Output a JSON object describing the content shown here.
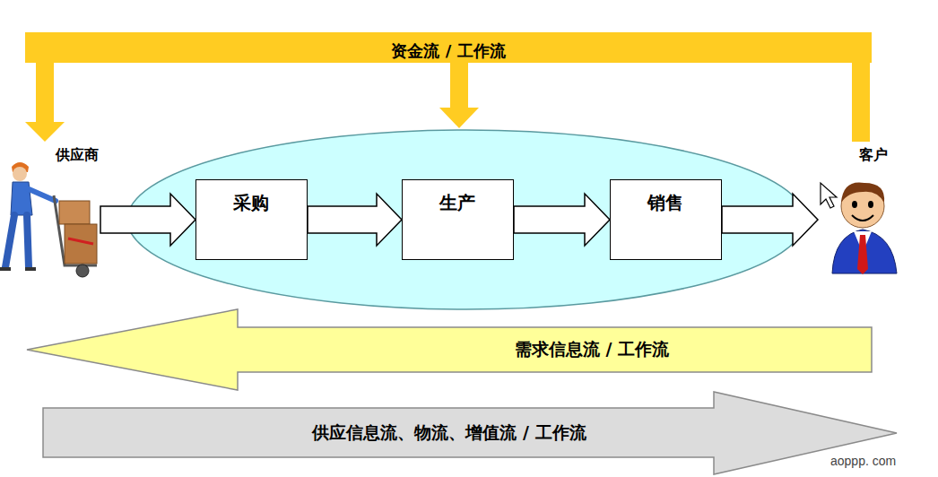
{
  "diagram": {
    "nodes": [
      {
        "text": [
          "资金流 / 工作流"
        ]
      },
      {
        "text": [
          "供应商"
        ]
      },
      {
        "text": [
          "采购"
        ]
      },
      {
        "text": [
          "生产"
        ]
      },
      {
        "text": [
          "销售"
        ]
      },
      {
        "text": [
          "客户"
        ]
      },
      {
        "text": [
          "需求信息流 / 工作流"
        ]
      },
      {
        "text": [
          "供应信息流、物流、增值流 / 工作流"
        ]
      }
    ],
    "edges": [
      {
        "from": 0,
        "to": 1,
        "arrow": "to"
      },
      {
        "from": 1,
        "to": 2,
        "arrow": "to"
      },
      {
        "from": 2,
        "to": 3,
        "arrow": "to"
      },
      {
        "from": 3,
        "to": 4,
        "arrow": "to"
      },
      {
        "from": 4,
        "to": 5,
        "arrow": "to"
      },
      {
        "from": 5,
        "to": 0,
        "arrow": "none"
      }
    ],
    "labels": [
      "aoppp. com"
    ]
  }
}
